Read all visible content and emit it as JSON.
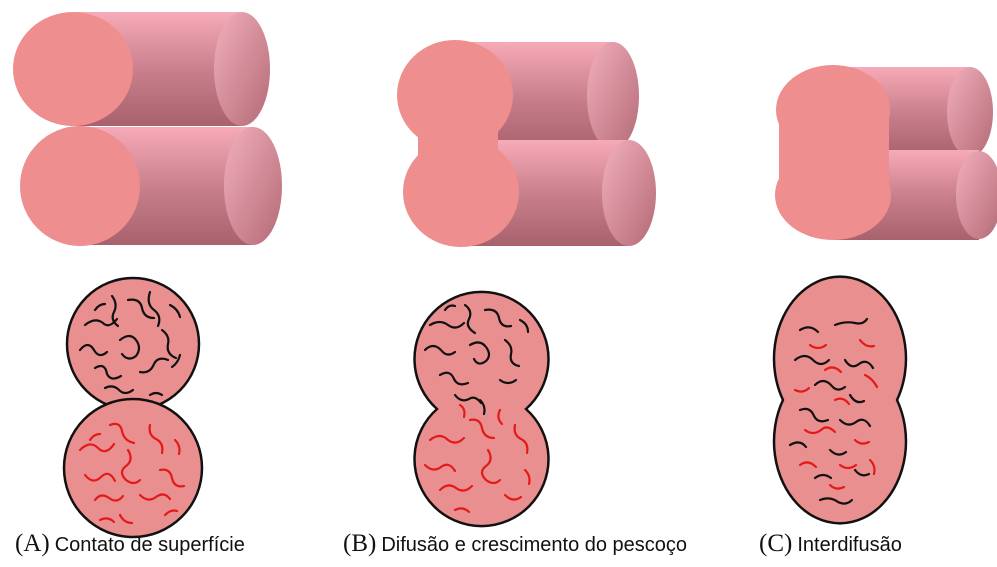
{
  "colors": {
    "cylinder_face": "#ee8e8e",
    "cylinder_side_light": "#f7aab7",
    "cylinder_side_dark": "#a8626d",
    "cross_section_fill": "#ea8f8f",
    "outline": "#111111",
    "chain_black": "#111111",
    "chain_red": "#e31a1a"
  },
  "panels": [
    {
      "letter": "(A)",
      "label": "Contato de superfície"
    },
    {
      "letter": "(B)",
      "label": "Difusão e crescimento do pescoço"
    },
    {
      "letter": "(C)",
      "label": "Interdifusão"
    }
  ]
}
